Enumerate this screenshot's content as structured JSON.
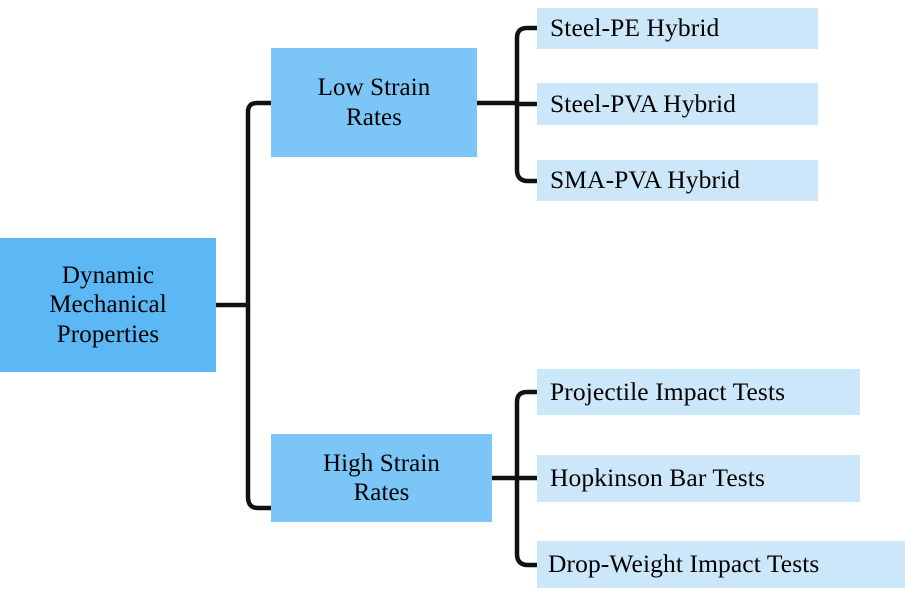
{
  "diagram": {
    "type": "tree-hierarchy",
    "title": "Dynamic Mechanical Properties classification tree",
    "colors": {
      "root_fill": "#5CB8F5",
      "branch_fill": "#7CC5F7",
      "leaf_fill": "#CCE7FA",
      "connector": "#000000",
      "text": "#000000",
      "background": "#FFFFFF"
    },
    "root": {
      "label": "Dynamic\nMechanical\nProperties"
    },
    "branches": [
      {
        "label": "Low Strain\nRates",
        "leaves": [
          {
            "label": "Steel-PE Hybrid"
          },
          {
            "label": "Steel-PVA Hybrid"
          },
          {
            "label": "SMA-PVA Hybrid"
          }
        ]
      },
      {
        "label": "High Strain\nRates",
        "leaves": [
          {
            "label": "Projectile Impact Tests"
          },
          {
            "label": "Hopkinson Bar Tests"
          },
          {
            "label": "Drop-Weight Impact Tests"
          }
        ]
      }
    ]
  }
}
